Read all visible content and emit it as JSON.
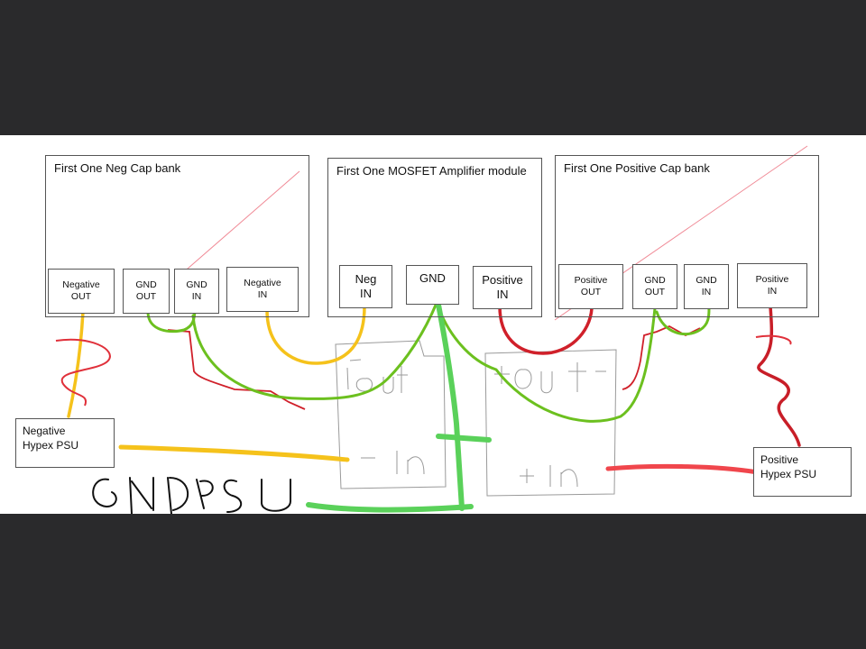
{
  "modules": {
    "neg_cap_bank": {
      "title": "First One Neg Cap bank",
      "ports": [
        "Negative OUT",
        "GND OUT",
        "GND IN",
        "Negative IN"
      ]
    },
    "mosfet_amp": {
      "title": "First One MOSFET Amplifier module",
      "ports": [
        "Neg IN",
        "GND",
        "Positive IN"
      ]
    },
    "pos_cap_bank": {
      "title": "First One Positive Cap bank",
      "ports": [
        "Positive OUT",
        "GND OUT",
        "GND IN",
        "Positive IN"
      ]
    }
  },
  "psus": {
    "negative": {
      "line1": "Negative",
      "line2": "Hypex PSU"
    },
    "positive": {
      "line1": "Positive",
      "line2": "Hypex PSU"
    }
  },
  "handwriting": {
    "gnd_psu": "GNDPSU",
    "minus_out": "-out",
    "plus_out": "+out",
    "minus_in": "-in",
    "plus_in": "+in"
  },
  "wire_colors": {
    "yellow": "#f5c21b",
    "green": "#6cc01f",
    "light_green": "#5ad15a",
    "red": "#d0202a",
    "light_red": "#f0464c",
    "pink": "#f08a96",
    "sketch": "#9a9a9a"
  }
}
